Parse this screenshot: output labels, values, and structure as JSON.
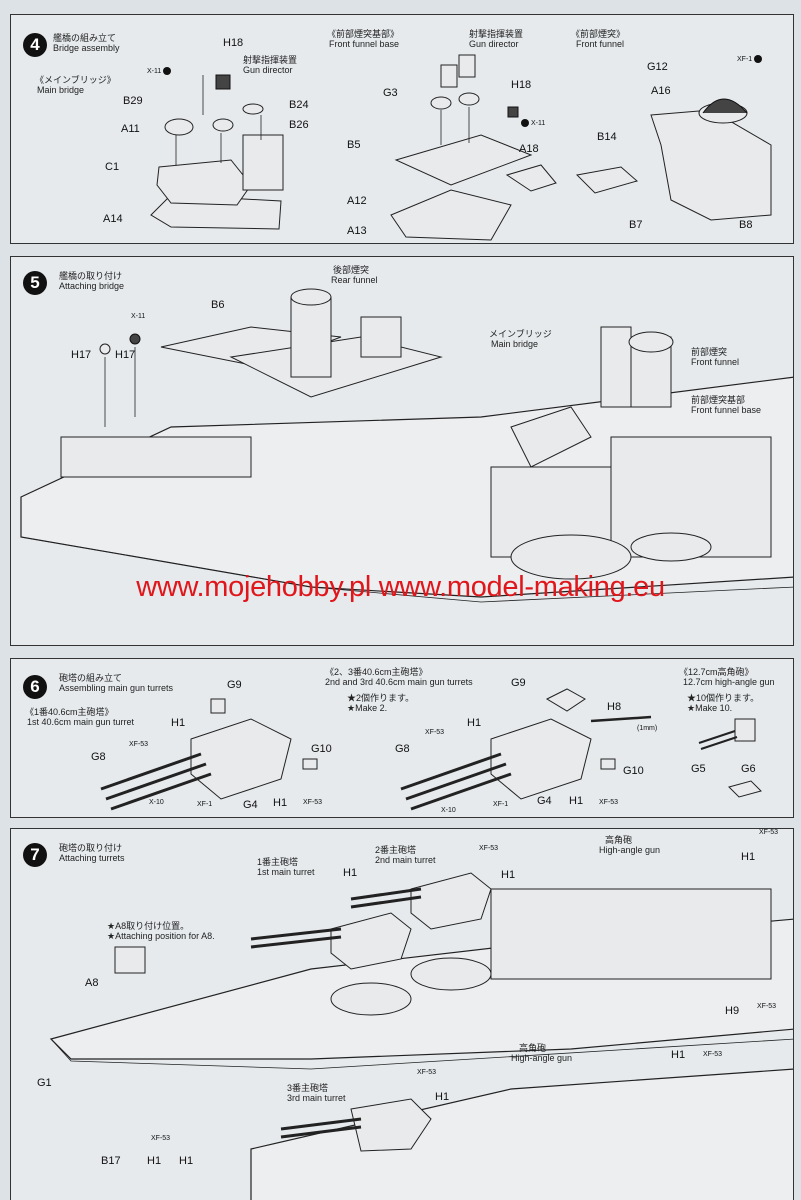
{
  "watermark": "www.mojehobby.pl www.model-making.eu",
  "step4": {
    "number": "4",
    "title_jp": "艦橋の組み立て",
    "title_en": "Bridge assembly",
    "sub_main_bridge_jp": "《メインブリッジ》",
    "sub_main_bridge_en": "Main bridge",
    "sub_funnel_base_jp": "《前部煙突基部》",
    "sub_funnel_base_en": "Front funnel base",
    "sub_front_funnel_jp": "《前部煙突》",
    "sub_front_funnel_en": "Front funnel",
    "gun_director_jp": "射撃指揮装置",
    "gun_director_en": "Gun director",
    "gun_director2_jp": "射撃指揮装置",
    "gun_director2_en": "Gun director",
    "labels": [
      "H18",
      "X-11",
      "B29",
      "A11",
      "C1",
      "A14",
      "B24",
      "B26",
      "G3",
      "B5",
      "A12",
      "A13",
      "H18",
      "X-11",
      "A18",
      "G12",
      "XF-1",
      "A16",
      "B14",
      "B7",
      "B8"
    ]
  },
  "step5": {
    "number": "5",
    "title_jp": "艦橋の取り付け",
    "title_en": "Attaching bridge",
    "rear_funnel_jp": "後部煙突",
    "rear_funnel_en": "Rear funnel",
    "main_bridge_jp": "メインブリッジ",
    "main_bridge_en": "Main bridge",
    "front_funnel_jp": "前部煙突",
    "front_funnel_en": "Front funnel",
    "funnel_base_jp": "前部煙突基部",
    "funnel_base_en": "Front funnel base",
    "labels": [
      "X-11",
      "B6",
      "H17",
      "H17"
    ]
  },
  "step6": {
    "number": "6",
    "title_jp": "砲塔の組み立て",
    "title_en": "Assembling main gun turrets",
    "first_jp": "《1番40.6cm主砲塔》",
    "first_en": "1st 40.6cm main gun turret",
    "second_jp": "《2、3番40.6cm主砲塔》",
    "second_en": "2nd and 3rd 40.6cm main gun turrets",
    "make2_jp": "★2個作ります。",
    "make2_en": "★Make 2.",
    "ha_jp": "《12.7cm高角砲》",
    "ha_en": "12.7cm high-angle gun",
    "make10_jp": "★10個作ります。",
    "make10_en": "★Make 10.",
    "onemm": "(1mm)",
    "labels": [
      "G9",
      "H1",
      "XF-53",
      "G8",
      "X-10",
      "XF-1",
      "G4",
      "G10",
      "H1",
      "XF-53",
      "G9",
      "H8",
      "H1",
      "XF-53",
      "G8",
      "X-10",
      "XF-1",
      "G4",
      "G10",
      "H1",
      "XF-53",
      "G5",
      "G6"
    ]
  },
  "step7": {
    "number": "7",
    "title_jp": "砲塔の取り付け",
    "title_en": "Attaching turrets",
    "t1_jp": "1番主砲塔",
    "t1_en": "1st main turret",
    "t2_jp": "2番主砲塔",
    "t2_en": "2nd main turret",
    "t3_jp": "3番主砲塔",
    "t3_en": "3rd main turret",
    "hag_jp": "高角砲",
    "hag_en": "High-angle gun",
    "hag2_jp": "高角砲",
    "hag2_en": "High-angle gun",
    "a8_jp": "★A8取り付け位置。",
    "a8_en": "★Attaching position for A8.",
    "labels": [
      "H1",
      "XF-53",
      "H1",
      "XF-53",
      "H1",
      "A8",
      "G1",
      "H9",
      "XF-53",
      "H1",
      "XF-53",
      "XF-53",
      "H1",
      "XF-53",
      "B17",
      "H1",
      "H1"
    ]
  }
}
